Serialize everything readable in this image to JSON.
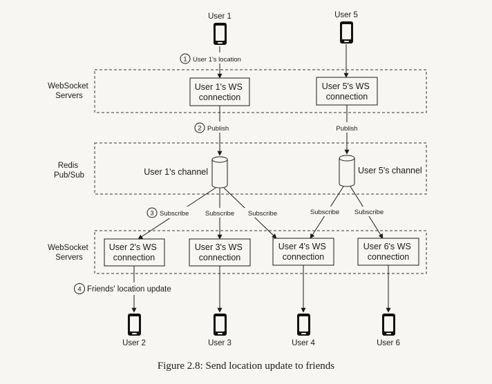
{
  "users_top": {
    "user1": "User 1",
    "user5": "User 5"
  },
  "users_bottom": {
    "user2": "User 2",
    "user3": "User 3",
    "user4": "User 4",
    "user6": "User 6"
  },
  "groups": {
    "websocket_top": [
      "WebSocket",
      "Servers"
    ],
    "redis": [
      "Redis",
      "Pub/Sub"
    ],
    "websocket_bottom": [
      "WebSocket",
      "Servers"
    ]
  },
  "ws_top": {
    "user1": [
      "User 1's WS",
      "connection"
    ],
    "user5": [
      "User 5's WS",
      "connection"
    ]
  },
  "ws_bottom": {
    "user2": [
      "User 2's WS",
      "connection"
    ],
    "user3": [
      "User 3's WS",
      "connection"
    ],
    "user4": [
      "User 4's WS",
      "connection"
    ],
    "user6": [
      "User 6's WS",
      "connection"
    ]
  },
  "channels": {
    "user1": "User 1's channel",
    "user5": "User 5's channel"
  },
  "steps": {
    "s1": {
      "number": "1",
      "label": "User 1's location"
    },
    "s2": {
      "number": "2",
      "label": "Publish"
    },
    "s3": {
      "number": "3",
      "label": "Subscribe"
    },
    "s4": {
      "number": "4",
      "label": "Friends' location update"
    }
  },
  "labels": {
    "publish_user5": "Publish",
    "subscribe_user3": "Subscribe",
    "subscribe_user4_from_1": "Subscribe",
    "subscribe_user4_from_5": "Subscribe",
    "subscribe_user6": "Subscribe"
  },
  "caption": "Figure 2.8: Send location update to friends"
}
